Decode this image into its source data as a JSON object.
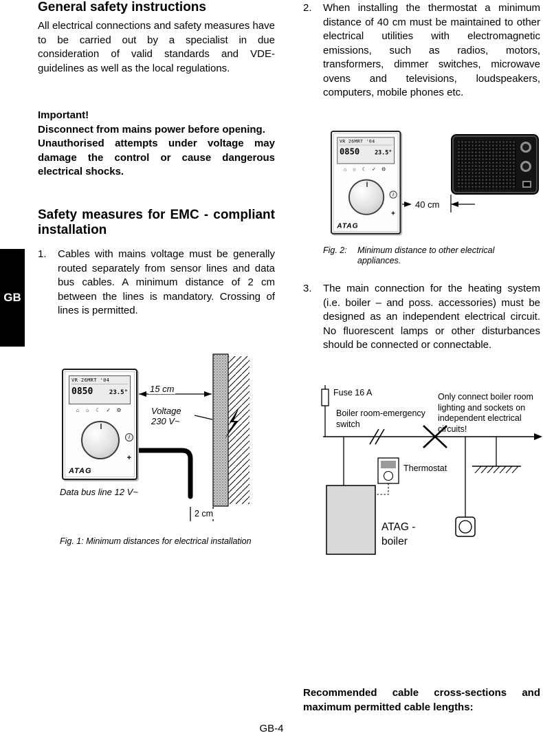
{
  "page": {
    "language_tab": "GB",
    "footer": "GB-4"
  },
  "thermostat": {
    "lcd_line1": "VR 26MRT '04",
    "lcd_time": "0850",
    "lcd_temp": "23.5°",
    "icon_row": "⌂ ☼ ☾ ✓ ⚙",
    "info_button": "i",
    "plus_button": "+",
    "brand": "ATAG"
  },
  "left_column": {
    "heading": "General safety instructions",
    "intro": "All electrical connections and safety measures have to be carried out by a specialist in due consideration of valid standards and VDE-guidelines as well as the local regulations.",
    "important": {
      "title": "Important!",
      "line1": "Disconnect from mains power before opening.",
      "line2": "Unauthorised attempts under voltage may damage the control or cause dangerous electrical shocks."
    },
    "emc_heading": "Safety measures for EMC - compliant installation",
    "item1": {
      "number": "1.",
      "text": "Cables with mains voltage must be generally routed separately from sensor lines and data bus cables. A minimum distance of 2 cm between the lines is mandatory. Crossing of lines is permitted."
    },
    "figure1": {
      "distance_label": "15 cm",
      "voltage_line1": "Voltage",
      "voltage_line2": "230 V~",
      "databus_label": "Data bus line  12 V~",
      "gap_label": "2 cm",
      "caption": "Fig. 1: Minimum distances for electrical installation"
    }
  },
  "right_column": {
    "item2": {
      "number": "2.",
      "text": "When installing the thermostat a minimum distance of 40 cm must be maintained to other electrical utilities with electromagnetic emissions, such as radios, motors, transformers, dimmer switches, microwave ovens and televisions, loudspeakers, computers, mobile phones etc."
    },
    "figure2": {
      "distance_label": "40 cm",
      "caption_label": "Fig. 2:",
      "caption_text": "Minimum distance to other electrical appliances."
    },
    "item3": {
      "number": "3.",
      "text": "The main connection for the heating system (i.e. boiler – and poss. accessories) must be designed as an independent electrical circuit. No fluorescent lamps or other disturbances should be connected or connectable."
    },
    "figure3": {
      "fuse_label": "Fuse 16 A",
      "switch_label": "Boiler room-emergency switch",
      "note": "Only connect boiler room lighting and sockets on independent electrical circuits!",
      "thermostat_label": "Thermostat",
      "boiler_line1": "ATAG -",
      "boiler_line2": "boiler"
    },
    "closing_bold": "Recommended cable cross-sections and maximum permitted cable lengths:"
  }
}
